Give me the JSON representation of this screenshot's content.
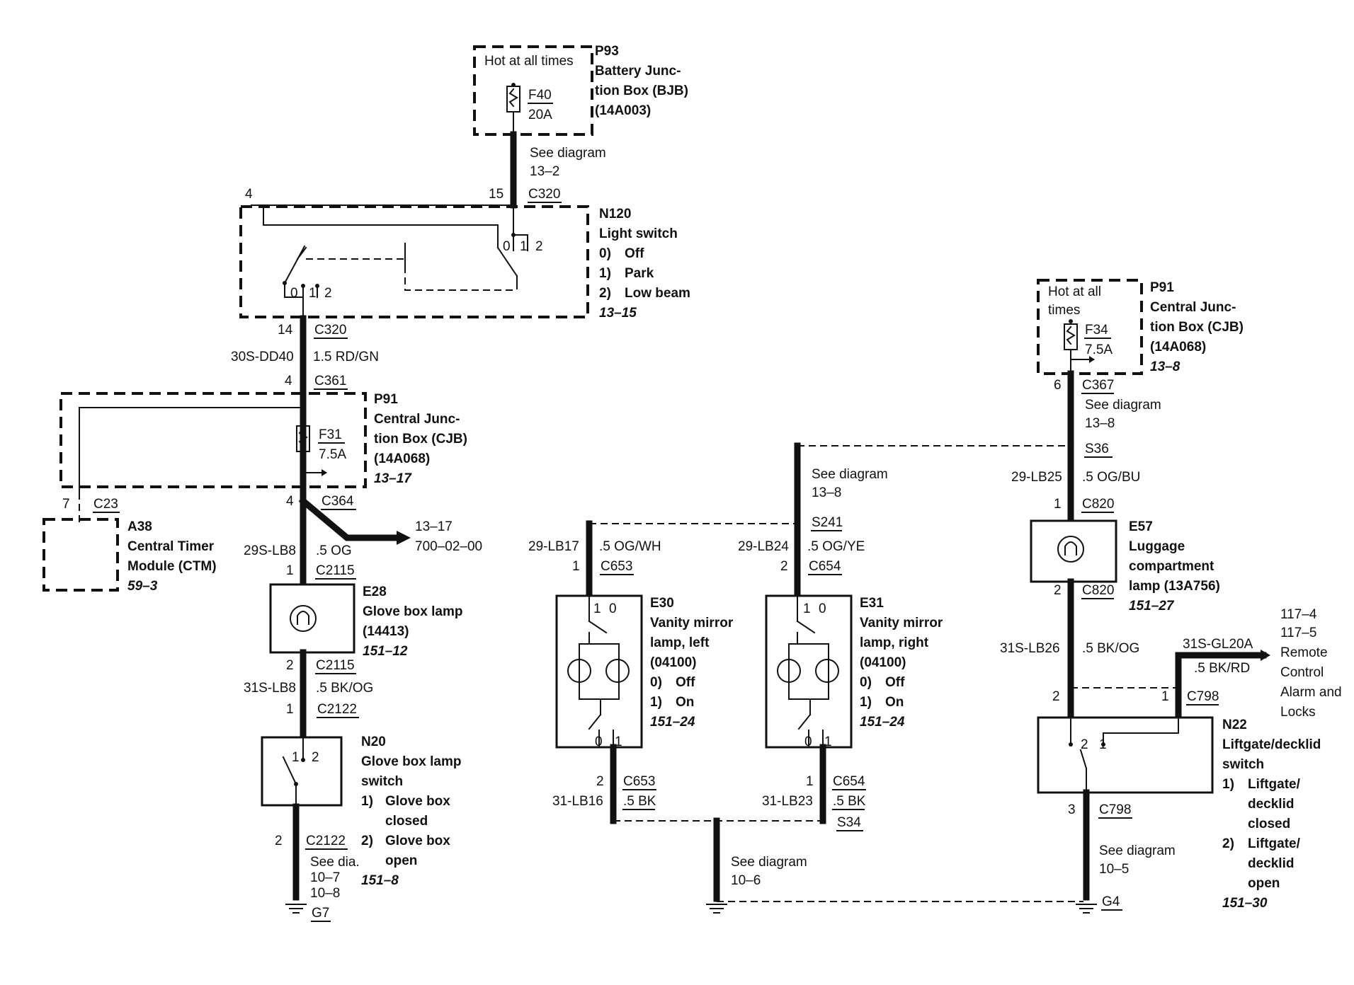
{
  "p93": {
    "hot": "Hot at all times",
    "fuse": "F40",
    "amp": "20A",
    "id": "P93",
    "l1": "Battery Junc-",
    "l2": "tion Box (BJB)",
    "l3": "(14A003)"
  },
  "see_13_2": {
    "l1": "See diagram",
    "l2": "13–2"
  },
  "c320_top": {
    "pin": "15",
    "conn": "C320",
    "pin4": "4"
  },
  "n120": {
    "id": "N120",
    "name": "Light switch",
    "o0": "0)",
    "o0t": "Off",
    "o1": "1)",
    "o1t": "Park",
    "o2": "2)",
    "o2t": "Low beam",
    "ref": "13–15",
    "pos0a": "0",
    "pos1a": "1",
    "pos2a": "2",
    "pos0b": "0",
    "pos1b": "1",
    "pos2b": "2"
  },
  "c320_bot": {
    "pin": "14",
    "conn": "C320"
  },
  "wire_dd40": {
    "circuit": "30S-DD40",
    "size": "1.5 RD/GN"
  },
  "c361": {
    "pin": "4",
    "conn": "C361"
  },
  "p91a": {
    "id": "P91",
    "l1": "Central Junc-",
    "l2": "tion Box (CJB)",
    "l3": "(14A068)",
    "ref": "13–17",
    "fuse": "F31",
    "amp": "7.5A"
  },
  "c23": {
    "pin": "7",
    "conn": "C23"
  },
  "c364": {
    "pin": "4",
    "conn": "C364"
  },
  "a38": {
    "id": "A38",
    "l1": "Central Timer",
    "l2": "Module (CTM)",
    "ref": "59–3"
  },
  "branch": {
    "l1": "13–17",
    "l2": "700–02–00"
  },
  "wire_lb8a": {
    "circuit": "29S-LB8",
    "size": ".5 OG"
  },
  "c2115a": {
    "pin": "1",
    "conn": "C2115"
  },
  "e28": {
    "id": "E28",
    "l1": "Glove box lamp",
    "l2": "(14413)",
    "ref": "151–12"
  },
  "c2115b": {
    "pin": "2",
    "conn": "C2115"
  },
  "wire_lb8b": {
    "circuit": "31S-LB8",
    "size": ".5 BK/OG"
  },
  "c2122a": {
    "pin": "1",
    "conn": "C2122"
  },
  "n20": {
    "id": "N20",
    "l1": "Glove box lamp",
    "l2": "switch",
    "o1": "1)",
    "o1a": "Glove box",
    "o1b": "closed",
    "o2": "2)",
    "o2a": "Glove box",
    "o2b": "open",
    "ref": "151–8",
    "p1": "1",
    "p2": "2"
  },
  "c2122b": {
    "pin": "2",
    "conn": "C2122"
  },
  "see_10": {
    "l1": "See dia.",
    "l2": "10–7",
    "l3": "10–8"
  },
  "g7": {
    "label": "G7"
  },
  "see_13_8a": {
    "l1": "See diagram",
    "l2": "13–8"
  },
  "s241": {
    "label": "S241"
  },
  "wire_lb17": {
    "circuit": "29-LB17",
    "size": ".5 OG/WH"
  },
  "c653a": {
    "pin": "1",
    "conn": "C653"
  },
  "wire_lb24": {
    "circuit": "29-LB24",
    "size": ".5 OG/YE"
  },
  "c654a": {
    "pin": "2",
    "conn": "C654"
  },
  "e30": {
    "id": "E30",
    "l1": "Vanity mirror",
    "l2": "lamp, left",
    "l3": "(04100)",
    "o0": "0)",
    "o0t": "Off",
    "o1": "1)",
    "o1t": "On",
    "ref": "151–24",
    "pa1": "1",
    "pa0": "0",
    "pb0": "0",
    "pb1": "1"
  },
  "e31": {
    "id": "E31",
    "l1": "Vanity mirror",
    "l2": "lamp, right",
    "l3": "(04100)",
    "o0": "0)",
    "o0t": "Off",
    "o1": "1)",
    "o1t": "On",
    "ref": "151–24",
    "pa1": "1",
    "pa0": "0",
    "pb0": "0",
    "pb1": "1"
  },
  "c653b": {
    "pin": "2",
    "conn": "C653"
  },
  "wire_lb16": {
    "circuit": "31-LB16",
    "size": ".5 BK"
  },
  "c654b": {
    "pin": "1",
    "conn": "C654"
  },
  "wire_lb23": {
    "circuit": "31-LB23",
    "size": ".5 BK"
  },
  "s34": {
    "label": "S34"
  },
  "see_10_6": {
    "l1": "See diagram",
    "l2": "10–6"
  },
  "p91b": {
    "hot1": "Hot at all",
    "hot2": "times",
    "fuse": "F34",
    "amp": "7.5A",
    "id": "P91",
    "l1": "Central Junc-",
    "l2": "tion Box (CJB)",
    "l3": "(14A068)",
    "ref": "13–8"
  },
  "c367": {
    "pin": "6",
    "conn": "C367"
  },
  "see_13_8b": {
    "l1": "See diagram",
    "l2": "13–8"
  },
  "s36": {
    "label": "S36"
  },
  "wire_lb25": {
    "circuit": "29-LB25",
    "size": ".5 OG/BU"
  },
  "c820a": {
    "pin": "1",
    "conn": "C820"
  },
  "e57": {
    "id": "E57",
    "l1": "Luggage",
    "l2": "compartment",
    "l3": "lamp (13A756)",
    "ref": "151–27"
  },
  "c820b": {
    "pin": "2",
    "conn": "C820"
  },
  "wire_lb26": {
    "circuit": "31S-LB26",
    "size": ".5 BK/OG"
  },
  "wire_gl20a": {
    "circuit": "31S-GL20A",
    "size": ".5 BK/RD"
  },
  "remote": {
    "r1": "117–4",
    "r2": "117–5",
    "r3": "Remote",
    "r4": "Control",
    "r5": "Alarm and",
    "r6": "Locks"
  },
  "c798a": {
    "pin2": "2",
    "pin1": "1",
    "conn": "C798"
  },
  "n22": {
    "id": "N22",
    "l1": "Liftgate/decklid",
    "l2": "switch",
    "o1": "1)",
    "o1a": "Liftgate/",
    "o1b": "decklid",
    "o1c": "closed",
    "o2": "2)",
    "o2a": "Liftgate/",
    "o2b": "decklid",
    "o2c": "open",
    "ref": "151–30",
    "p2": "2",
    "p1": "1"
  },
  "c798b": {
    "pin": "3",
    "conn": "C798"
  },
  "see_10_5": {
    "l1": "See diagram",
    "l2": "10–5"
  },
  "g4": {
    "label": "G4"
  }
}
